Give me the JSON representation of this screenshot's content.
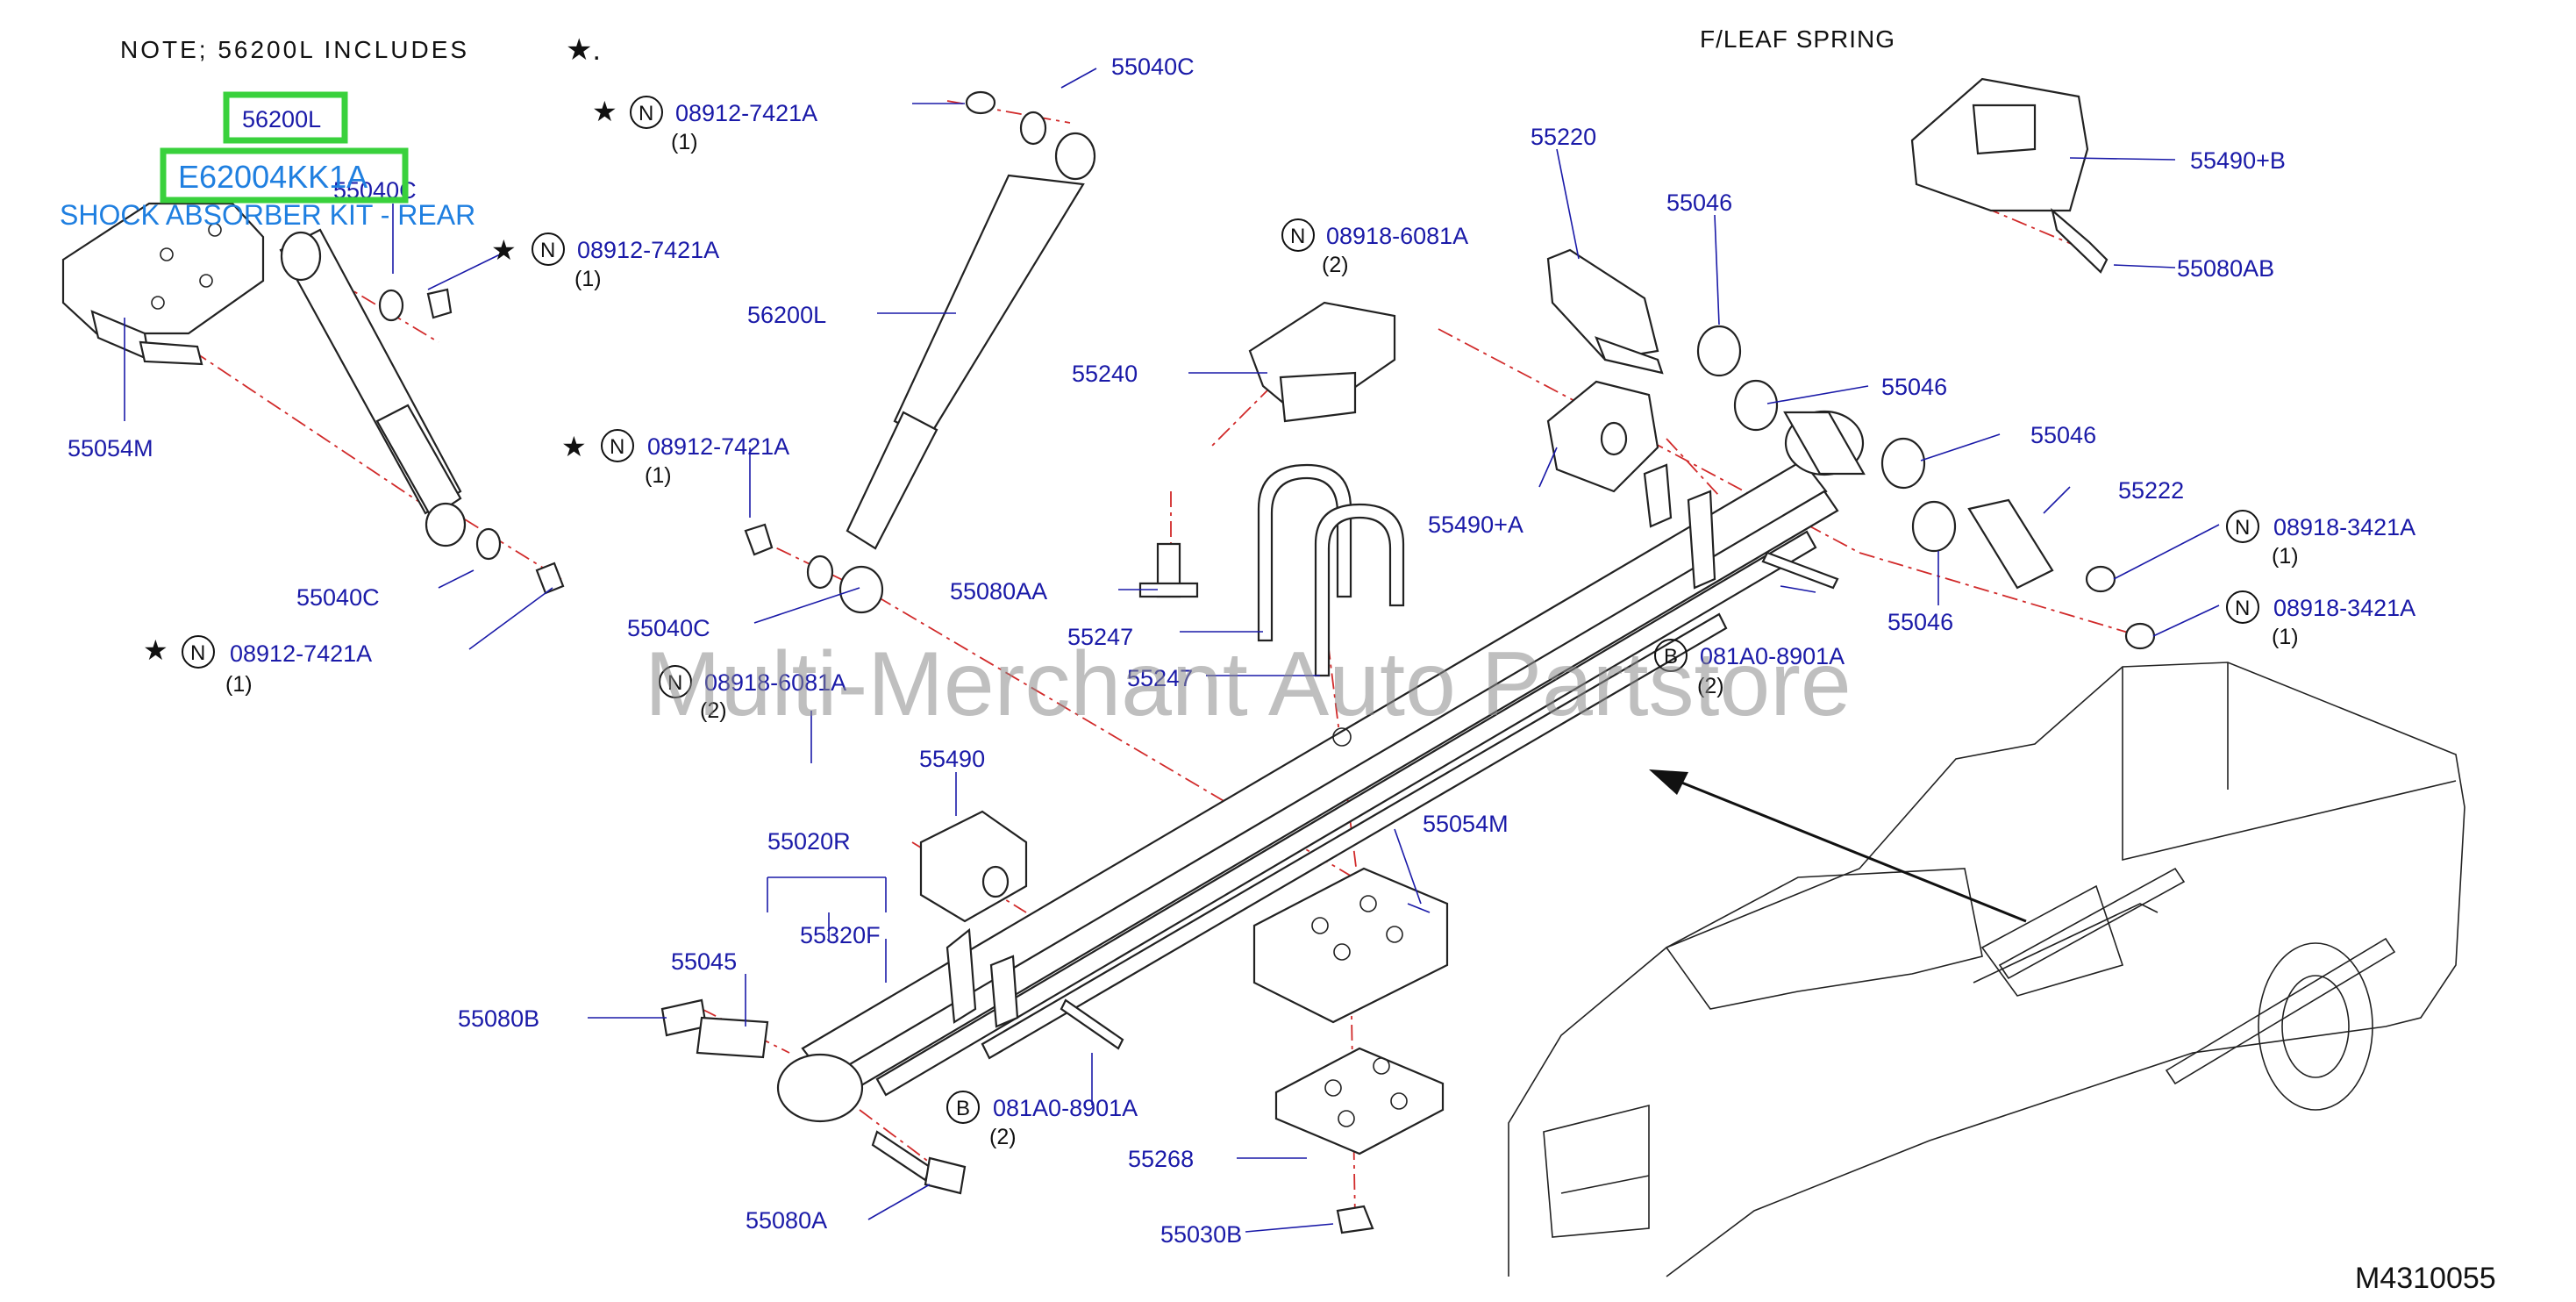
{
  "note": "NOTE;  56200L  INCLUDES",
  "note_mark": "★.",
  "title": "F/LEAF   SPRING",
  "figure_code": "M4310055",
  "watermark": "Multi-Merchant Auto Partstore",
  "highlight": {
    "part_no": "56200L",
    "kit_code": "E62004KK1A",
    "kit_name": "SHOCK ABSORBER KIT - REAR",
    "box_color": "#39d13c",
    "kit_text_color": "#1f7fe0"
  },
  "labels": {
    "l55040c_a": "55040C",
    "l55054m_a": "55054M",
    "l55040c_b": "55040C",
    "l08912_b": "08912-7421A",
    "l08912_b_qty": "(1)",
    "l08912_a": "08912-7421A",
    "l08912_a_qty": "(1)",
    "l55040c_c": "55040C",
    "l08912_c": "08912-7421A",
    "l08912_c_qty": "(1)",
    "l56200l": "56200L",
    "l08912_d": "08912-7421A",
    "l08912_d_qty": "(1)",
    "l55040c_d": "55040C",
    "l08918_a": "08918-6081A",
    "l08918_a_qty": "(2)",
    "l08918_b": "08918-6081A",
    "l08918_b_qty": "(2)",
    "l55240": "55240",
    "l55080aa": "55080AA",
    "l55247_a": "55247",
    "l55247_b": "55247",
    "l55490": "55490",
    "l55020r": "55020R",
    "l55320f": "55320F",
    "l55045": "55045",
    "l55080b": "55080B",
    "l55054m_b": "55054M",
    "l081a0_a": "081A0-8901A",
    "l081a0_a_qty": "(2)",
    "l55268": "55268",
    "l55080a": "55080A",
    "l55030b": "55030B",
    "l55220": "55220",
    "l55046_a": "55046",
    "l55046_b": "55046",
    "l55046_c": "55046",
    "l55046_d": "55046",
    "l55490a": "55490+A",
    "l55222": "55222",
    "l08918_c": "08918-3421A",
    "l08918_c_qty": "(1)",
    "l08918_d": "08918-3421A",
    "l08918_d_qty": "(1)",
    "l081a0_b": "081A0-8901A",
    "l081a0_b_qty": "(2)",
    "l55490b": "55490+B",
    "l55080ab": "55080AB"
  },
  "symbols": {
    "star": "★",
    "nut": "N",
    "bolt": "B"
  }
}
